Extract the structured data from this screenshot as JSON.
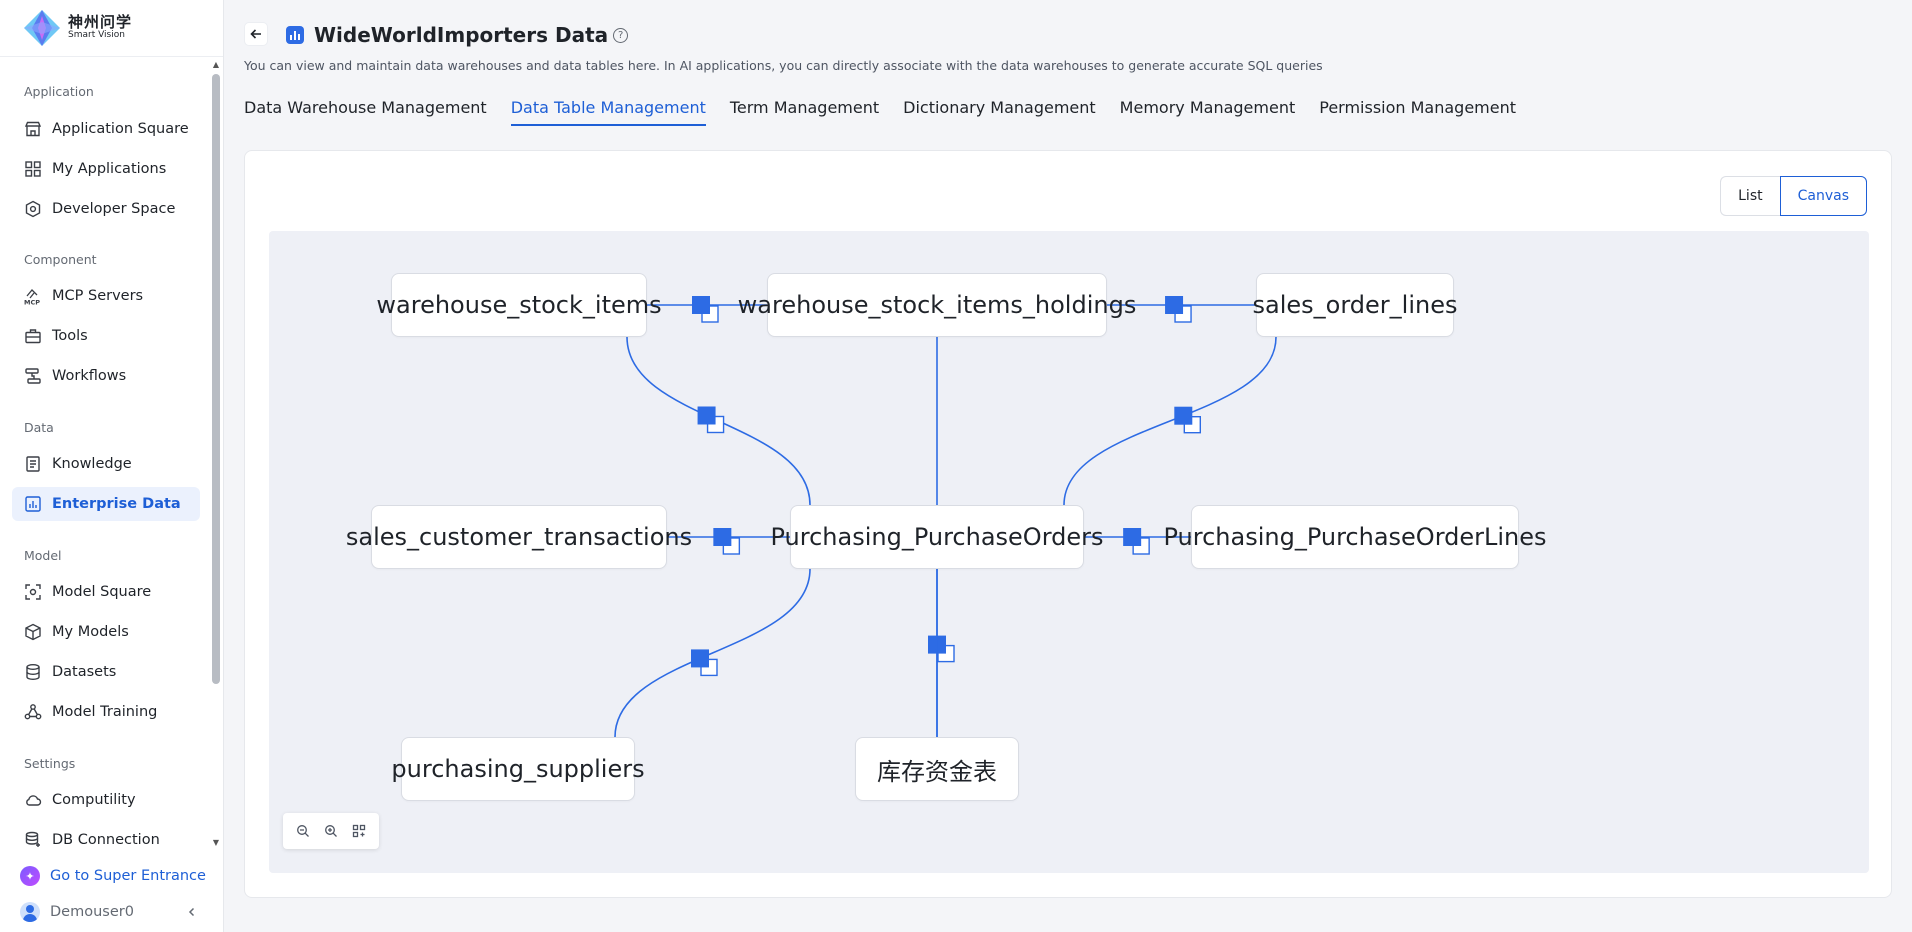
{
  "sidebar": {
    "logo": {
      "cn": "神州问学",
      "en": "Smart Vision"
    },
    "sections": [
      {
        "label": "Application",
        "items": [
          {
            "label": "Application Square",
            "icon": "store-icon"
          },
          {
            "label": "My Applications",
            "icon": "grid-icon"
          },
          {
            "label": "Developer Space",
            "icon": "hexagon-icon"
          }
        ]
      },
      {
        "label": "Component",
        "items": [
          {
            "label": "MCP Servers",
            "icon": "mcp-icon"
          },
          {
            "label": "Tools",
            "icon": "toolbox-icon"
          },
          {
            "label": "Workflows",
            "icon": "workflow-icon"
          }
        ]
      },
      {
        "label": "Data",
        "items": [
          {
            "label": "Knowledge",
            "icon": "book-icon"
          },
          {
            "label": "Enterprise Data",
            "icon": "chart-icon",
            "active": true
          }
        ]
      },
      {
        "label": "Model",
        "items": [
          {
            "label": "Model Square",
            "icon": "scan-icon"
          },
          {
            "label": "My Models",
            "icon": "cube-icon"
          },
          {
            "label": "Datasets",
            "icon": "database-icon"
          },
          {
            "label": "Model Training",
            "icon": "training-icon"
          }
        ]
      },
      {
        "label": "Settings",
        "items": [
          {
            "label": "Computility",
            "icon": "cloud-icon"
          },
          {
            "label": "DB Connection",
            "icon": "db-connection-icon"
          }
        ]
      }
    ],
    "super_entrance": "Go to Super Entrance",
    "user_name": "Demouser0",
    "accent_color": "#1e5fd6"
  },
  "header": {
    "title": "WideWorldImporters Data",
    "help": "?",
    "subtitle": "You can view and maintain data warehouses and data tables here. In AI applications, you can directly associate with the data warehouses to generate accurate SQL queries"
  },
  "tabs": [
    {
      "label": "Data Warehouse Management",
      "active": false
    },
    {
      "label": "Data Table Management",
      "active": true
    },
    {
      "label": "Term Management",
      "active": false
    },
    {
      "label": "Dictionary Management",
      "active": false
    },
    {
      "label": "Memory Management",
      "active": false
    },
    {
      "label": "Permission Management",
      "active": false
    }
  ],
  "view_toggle": {
    "list": "List",
    "canvas": "Canvas",
    "selected": "Canvas"
  },
  "graph": {
    "nodes": [
      {
        "id": "n1",
        "label": "warehouse_stock_items"
      },
      {
        "id": "n2",
        "label": "warehouse_stock_items_holdings"
      },
      {
        "id": "n3",
        "label": "sales_order_lines"
      },
      {
        "id": "n4",
        "label": "sales_customer_transactions"
      },
      {
        "id": "n5",
        "label": "Purchasing_PurchaseOrders"
      },
      {
        "id": "n6",
        "label": "Purchasing_PurchaseOrderLines"
      },
      {
        "id": "n7",
        "label": "purchasing_suppliers"
      },
      {
        "id": "n8",
        "label": "库存资金表"
      }
    ],
    "edges": [
      [
        "n1",
        "n2"
      ],
      [
        "n2",
        "n3"
      ],
      [
        "n1",
        "n5"
      ],
      [
        "n3",
        "n5"
      ],
      [
        "n4",
        "n5"
      ],
      [
        "n5",
        "n6"
      ],
      [
        "n7",
        "n5"
      ],
      [
        "n5",
        "n8"
      ],
      [
        "n2",
        "n8"
      ]
    ],
    "edge_color": "#2d6be4"
  },
  "zoom_controls": [
    "zoom-out-icon",
    "zoom-in-icon",
    "fit-view-icon"
  ]
}
